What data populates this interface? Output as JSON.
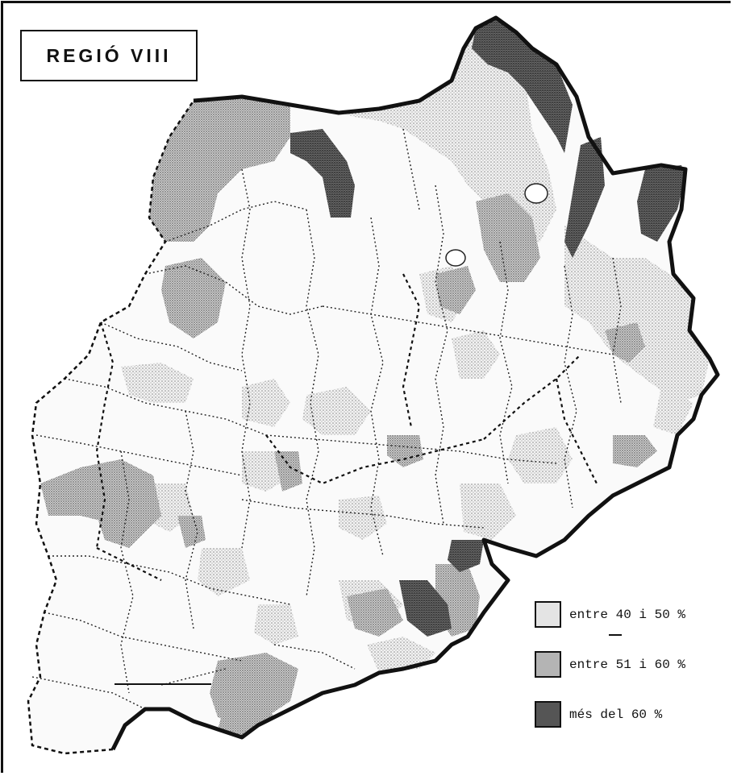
{
  "title": "REGIÓ VIII",
  "colors": {
    "outline": "#111111",
    "low": "#d9d9d9",
    "mid": "#aaaaaa",
    "high": "#555555"
  },
  "legend": [
    {
      "label": "entre 40 i 50 %",
      "level": "low"
    },
    {
      "label": "entre 51 i 60 %",
      "level": "mid"
    },
    {
      "label": "més del 60 %",
      "level": "high"
    }
  ]
}
